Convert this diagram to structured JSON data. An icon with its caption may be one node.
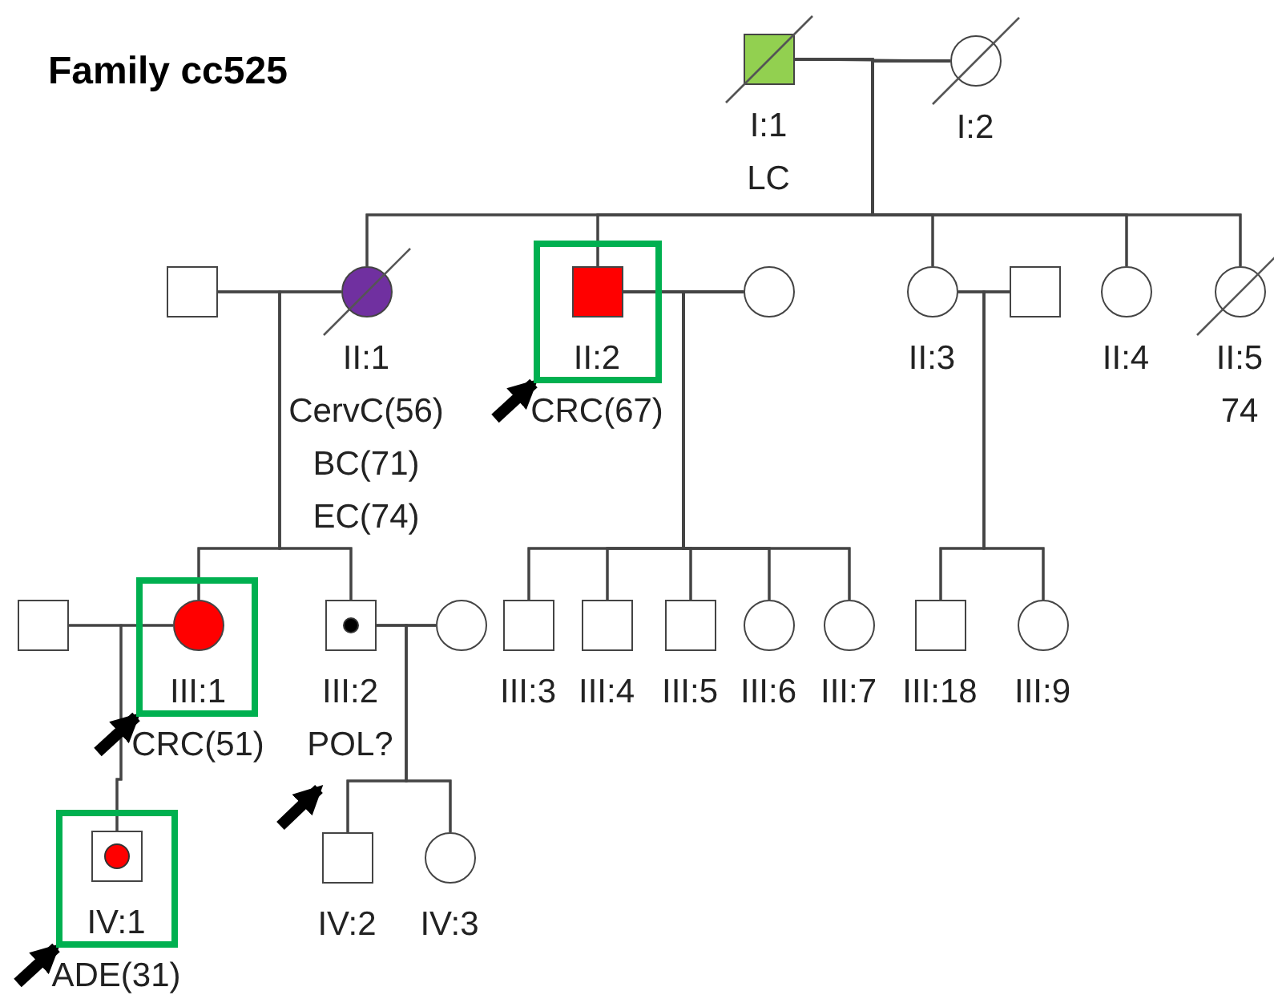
{
  "diagram": {
    "title": "Family cc525",
    "nodes": [
      {
        "text": [],
        "shape": "box",
        "beside": [
          "I:1",
          "LC"
        ]
      },
      {
        "text": [],
        "shape": "circle",
        "beside": [
          "I:2"
        ]
      },
      {
        "text": [],
        "shape": "box"
      },
      {
        "text": [],
        "shape": "circle",
        "beside": [
          "II:1",
          "CervC(56)",
          "BC(71)",
          "EC(74)"
        ]
      },
      {
        "text": [],
        "shape": "box"
      },
      {
        "text": [],
        "shape": "box",
        "in": 4,
        "beside": [
          "II:2",
          "CRC(67)"
        ]
      },
      {
        "text": [],
        "shape": "circle"
      },
      {
        "text": [],
        "shape": "circle",
        "beside": [
          "II:3"
        ]
      },
      {
        "text": [],
        "shape": "box"
      },
      {
        "text": [],
        "shape": "circle",
        "beside": [
          "II:4"
        ]
      },
      {
        "text": [],
        "shape": "circle",
        "beside": [
          "II:5",
          "74"
        ]
      },
      {
        "text": [],
        "shape": "box"
      },
      {
        "text": [],
        "shape": "box"
      },
      {
        "text": [],
        "shape": "circle",
        "in": 12,
        "beside": [
          "III:1",
          "CRC(51)"
        ]
      },
      {
        "text": [],
        "shape": "box",
        "beside": [
          "III:2",
          "POL?"
        ]
      },
      {
        "text": [],
        "shape": "circle"
      },
      {
        "text": [],
        "shape": "box",
        "beside": [
          "III:3"
        ]
      },
      {
        "text": [],
        "shape": "box",
        "beside": [
          "III:4"
        ]
      },
      {
        "text": [],
        "shape": "box",
        "beside": [
          "III:5"
        ]
      },
      {
        "text": [],
        "shape": "circle",
        "beside": [
          "III:6"
        ]
      },
      {
        "text": [],
        "shape": "circle",
        "beside": [
          "III:7"
        ]
      },
      {
        "text": [],
        "shape": "box",
        "beside": [
          "III:18"
        ]
      },
      {
        "text": [],
        "shape": "circle",
        "beside": [
          "III:9"
        ]
      },
      {
        "text": [],
        "shape": "box"
      },
      {
        "text": [],
        "shape": "box",
        "in": 23,
        "beside": [
          "IV:1",
          "ADE(31)"
        ]
      },
      {
        "text": [],
        "shape": "box",
        "beside": [
          "IV:2"
        ]
      },
      {
        "text": [],
        "shape": "circle",
        "beside": [
          "IV:3"
        ]
      }
    ],
    "edges": [
      {
        "from": 0,
        "to": 1,
        "arrow": "none"
      },
      {
        "from": 0,
        "to": 3,
        "arrow": "none"
      },
      {
        "from": 1,
        "to": 3,
        "arrow": "none"
      },
      {
        "from": 0,
        "to": 5,
        "arrow": "none"
      },
      {
        "from": 1,
        "to": 5,
        "arrow": "none"
      },
      {
        "from": 0,
        "to": 7,
        "arrow": "none"
      },
      {
        "from": 1,
        "to": 7,
        "arrow": "none"
      },
      {
        "from": 0,
        "to": 9,
        "arrow": "none"
      },
      {
        "from": 1,
        "to": 9,
        "arrow": "none"
      },
      {
        "from": 0,
        "to": 10,
        "arrow": "none"
      },
      {
        "from": 1,
        "to": 10,
        "arrow": "none"
      },
      {
        "from": 2,
        "to": 3,
        "arrow": "none"
      },
      {
        "from": 2,
        "to": 13,
        "arrow": "none"
      },
      {
        "from": 3,
        "to": 13,
        "arrow": "none"
      },
      {
        "from": 2,
        "to": 14,
        "arrow": "none"
      },
      {
        "from": 3,
        "to": 14,
        "arrow": "none"
      },
      {
        "from": 5,
        "to": 6,
        "arrow": "none"
      },
      {
        "from": 5,
        "to": 16,
        "arrow": "none"
      },
      {
        "from": 6,
        "to": 16,
        "arrow": "none"
      },
      {
        "from": 5,
        "to": 17,
        "arrow": "none"
      },
      {
        "from": 6,
        "to": 17,
        "arrow": "none"
      },
      {
        "from": 5,
        "to": 18,
        "arrow": "none"
      },
      {
        "from": 6,
        "to": 18,
        "arrow": "none"
      },
      {
        "from": 5,
        "to": 19,
        "arrow": "none"
      },
      {
        "from": 6,
        "to": 19,
        "arrow": "none"
      },
      {
        "from": 5,
        "to": 20,
        "arrow": "none"
      },
      {
        "from": 6,
        "to": 20,
        "arrow": "none"
      },
      {
        "from": 7,
        "to": 8,
        "arrow": "none"
      },
      {
        "from": 7,
        "to": 21,
        "arrow": "none"
      },
      {
        "from": 8,
        "to": 21,
        "arrow": "none"
      },
      {
        "from": 7,
        "to": 22,
        "arrow": "none"
      },
      {
        "from": 8,
        "to": 22,
        "arrow": "none"
      },
      {
        "from": 11,
        "to": 13,
        "arrow": "none"
      },
      {
        "from": 11,
        "to": 24,
        "arrow": "none"
      },
      {
        "from": 13,
        "to": 24,
        "arrow": "none"
      },
      {
        "from": 14,
        "to": 15,
        "arrow": "none"
      },
      {
        "from": 14,
        "to": 25,
        "arrow": "none"
      },
      {
        "from": 15,
        "to": 25,
        "arrow": "none"
      },
      {
        "from": 14,
        "to": 26,
        "arrow": "none"
      },
      {
        "from": 15,
        "to": 26,
        "arrow": "none"
      },
      {
        "from": null,
        "to": 4,
        "arrow": "to",
        "style": "thick"
      },
      {
        "from": null,
        "to": 12,
        "arrow": "to",
        "style": "thick"
      },
      {
        "from": null,
        "to": 23,
        "arrow": "to",
        "style": "thick"
      },
      {
        "from": null,
        "to": 14,
        "arrow": "to",
        "style": "thick"
      }
    ]
  }
}
